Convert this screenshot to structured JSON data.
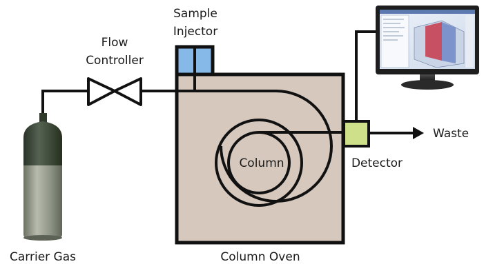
{
  "labels": {
    "sample_injector_line1": "Sample",
    "sample_injector_line2": "Injector",
    "flow_controller_line1": "Flow",
    "flow_controller_line2": "Controller",
    "column": "Column",
    "detector": "Detector",
    "waste": "Waste",
    "carrier_gas": "Carrier Gas",
    "column_oven": "Column Oven"
  },
  "colors": {
    "line": "#111111",
    "oven_fill": "#d6c8bd",
    "injector_fill": "#86b9e8",
    "detector_fill": "#cfe08a",
    "tank_top": "#3d4a3a",
    "tank_body": "#9aa091"
  },
  "icons": {
    "valve": "bowtie-valve-icon",
    "tank": "gas-cylinder-icon",
    "monitor": "computer-monitor-icon"
  }
}
